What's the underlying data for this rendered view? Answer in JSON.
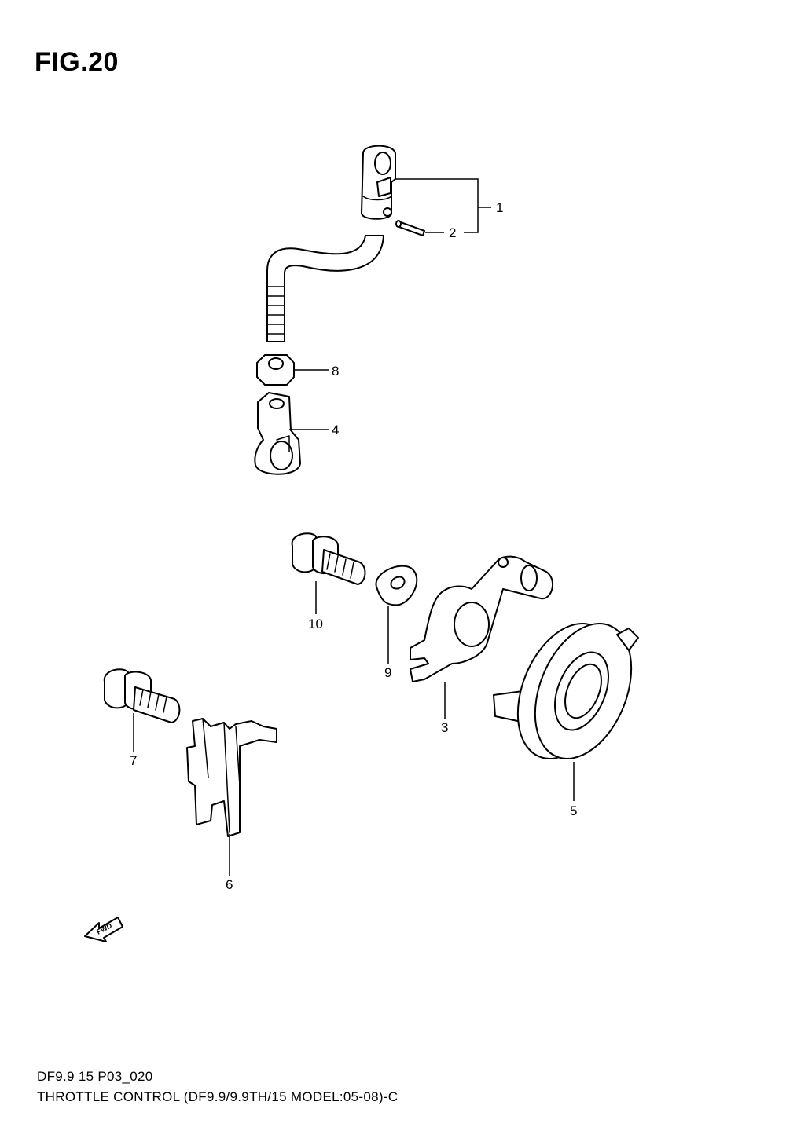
{
  "figure": {
    "title": "FIG.20"
  },
  "callouts": {
    "p1": "1",
    "p2": "2",
    "p3": "3",
    "p4": "4",
    "p5": "5",
    "p6": "6",
    "p7": "7",
    "p8": "8",
    "p9": "9",
    "p10": "10"
  },
  "fwd_badge": {
    "label": "FWD"
  },
  "footer": {
    "code": "DF9.9 15 P03_020",
    "title": "THROTTLE CONTROL (DF9.9/9.9TH/15 MODEL:05-08)-C"
  }
}
